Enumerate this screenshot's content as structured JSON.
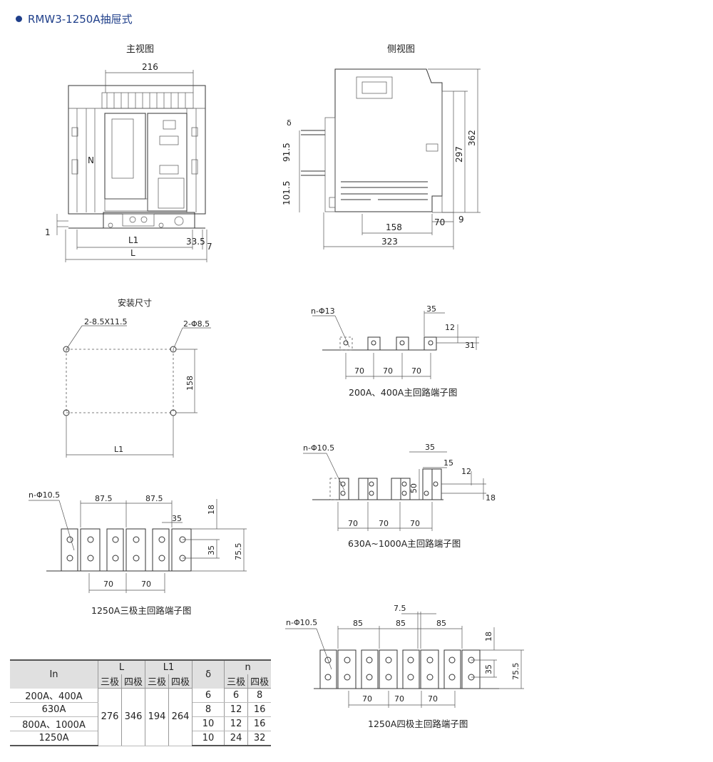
{
  "header": {
    "title": "RMW3-1250A抽屉式"
  },
  "front_view": {
    "title": "主视图",
    "dims": {
      "w216": "216",
      "n": "N",
      "one": "1",
      "l1": "L1",
      "d335": "33.5",
      "seven": "7",
      "l": "L"
    }
  },
  "side_view": {
    "title": "侧视图",
    "dims": {
      "delta": "δ",
      "d915": "91.5",
      "d1015": "101.5",
      "d362": "362",
      "d297": "297",
      "d9": "9",
      "d70": "70",
      "d158": "158",
      "d323": "323"
    }
  },
  "mount": {
    "title": "安装尺寸",
    "hole_a": "2-8.5X11.5",
    "hole_b": "2-Φ8.5",
    "h158": "158",
    "l1": "L1"
  },
  "term_400": {
    "caption": "200A、400A主回路端子图",
    "hole": "n-Φ13",
    "d35": "35",
    "d12": "12",
    "d31": "31",
    "pitch": [
      "70",
      "70",
      "70"
    ]
  },
  "term_1000": {
    "caption": "630A~1000A主回路端子图",
    "hole": "n-Φ10.5",
    "d35": "35",
    "d15": "15",
    "d12": "12",
    "d50": "50",
    "d18": "18",
    "pitch": [
      "70",
      "70",
      "70"
    ]
  },
  "term_1250_3p": {
    "caption": "1250A三极主回路端子图",
    "hole": "n-Φ10.5",
    "d875a": "87.5",
    "d875b": "87.5",
    "d35": "35",
    "d18": "18",
    "d35v": "35",
    "d755": "75.5",
    "pitch": [
      "70",
      "70"
    ]
  },
  "term_1250_4p": {
    "caption": "1250A四极主回路端子图",
    "hole": "n-Φ10.5",
    "d75": "7.5",
    "top": [
      "85",
      "85",
      "85"
    ],
    "d18": "18",
    "d35v": "35",
    "d755": "75.5",
    "pitch": [
      "70",
      "70",
      "70"
    ]
  },
  "table": {
    "h_in": "In",
    "h_L": "L",
    "h_L1": "L1",
    "h_delta": "δ",
    "h_n": "n",
    "sub": [
      "三极",
      "四极",
      "三极",
      "四极",
      "三极",
      "四极"
    ],
    "rows": [
      {
        "in": "200A、400A",
        "delta": "6",
        "n3": "6",
        "n4": "8"
      },
      {
        "in": "630A",
        "delta": "8",
        "n3": "12",
        "n4": "16"
      },
      {
        "in": "800A、1000A",
        "delta": "10",
        "n3": "12",
        "n4": "16"
      },
      {
        "in": "1250A",
        "delta": "10",
        "n3": "24",
        "n4": "32"
      }
    ],
    "merged": {
      "L3": "276",
      "L4": "346",
      "L13": "194",
      "L14": "264"
    }
  }
}
